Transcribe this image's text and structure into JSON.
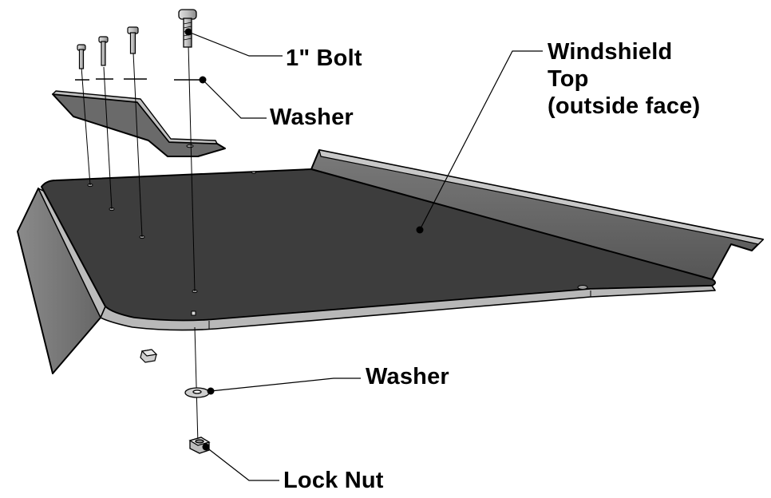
{
  "labels": {
    "bolt": "1\" Bolt",
    "washer_top": "Washer",
    "windshield": {
      "line1": "Windshield",
      "line2": "Top",
      "line3": "(outside face)"
    },
    "washer_bottom": "Washer",
    "lock_nut": "Lock Nut"
  },
  "colors": {
    "panel_face": "#3d3d3d",
    "panel_edge": "#b5b5b5",
    "panel_side": "#6f6f6f",
    "bracket_face": "#6a6a6a",
    "hardware": "#c4c4c4",
    "outline": "#000000"
  }
}
